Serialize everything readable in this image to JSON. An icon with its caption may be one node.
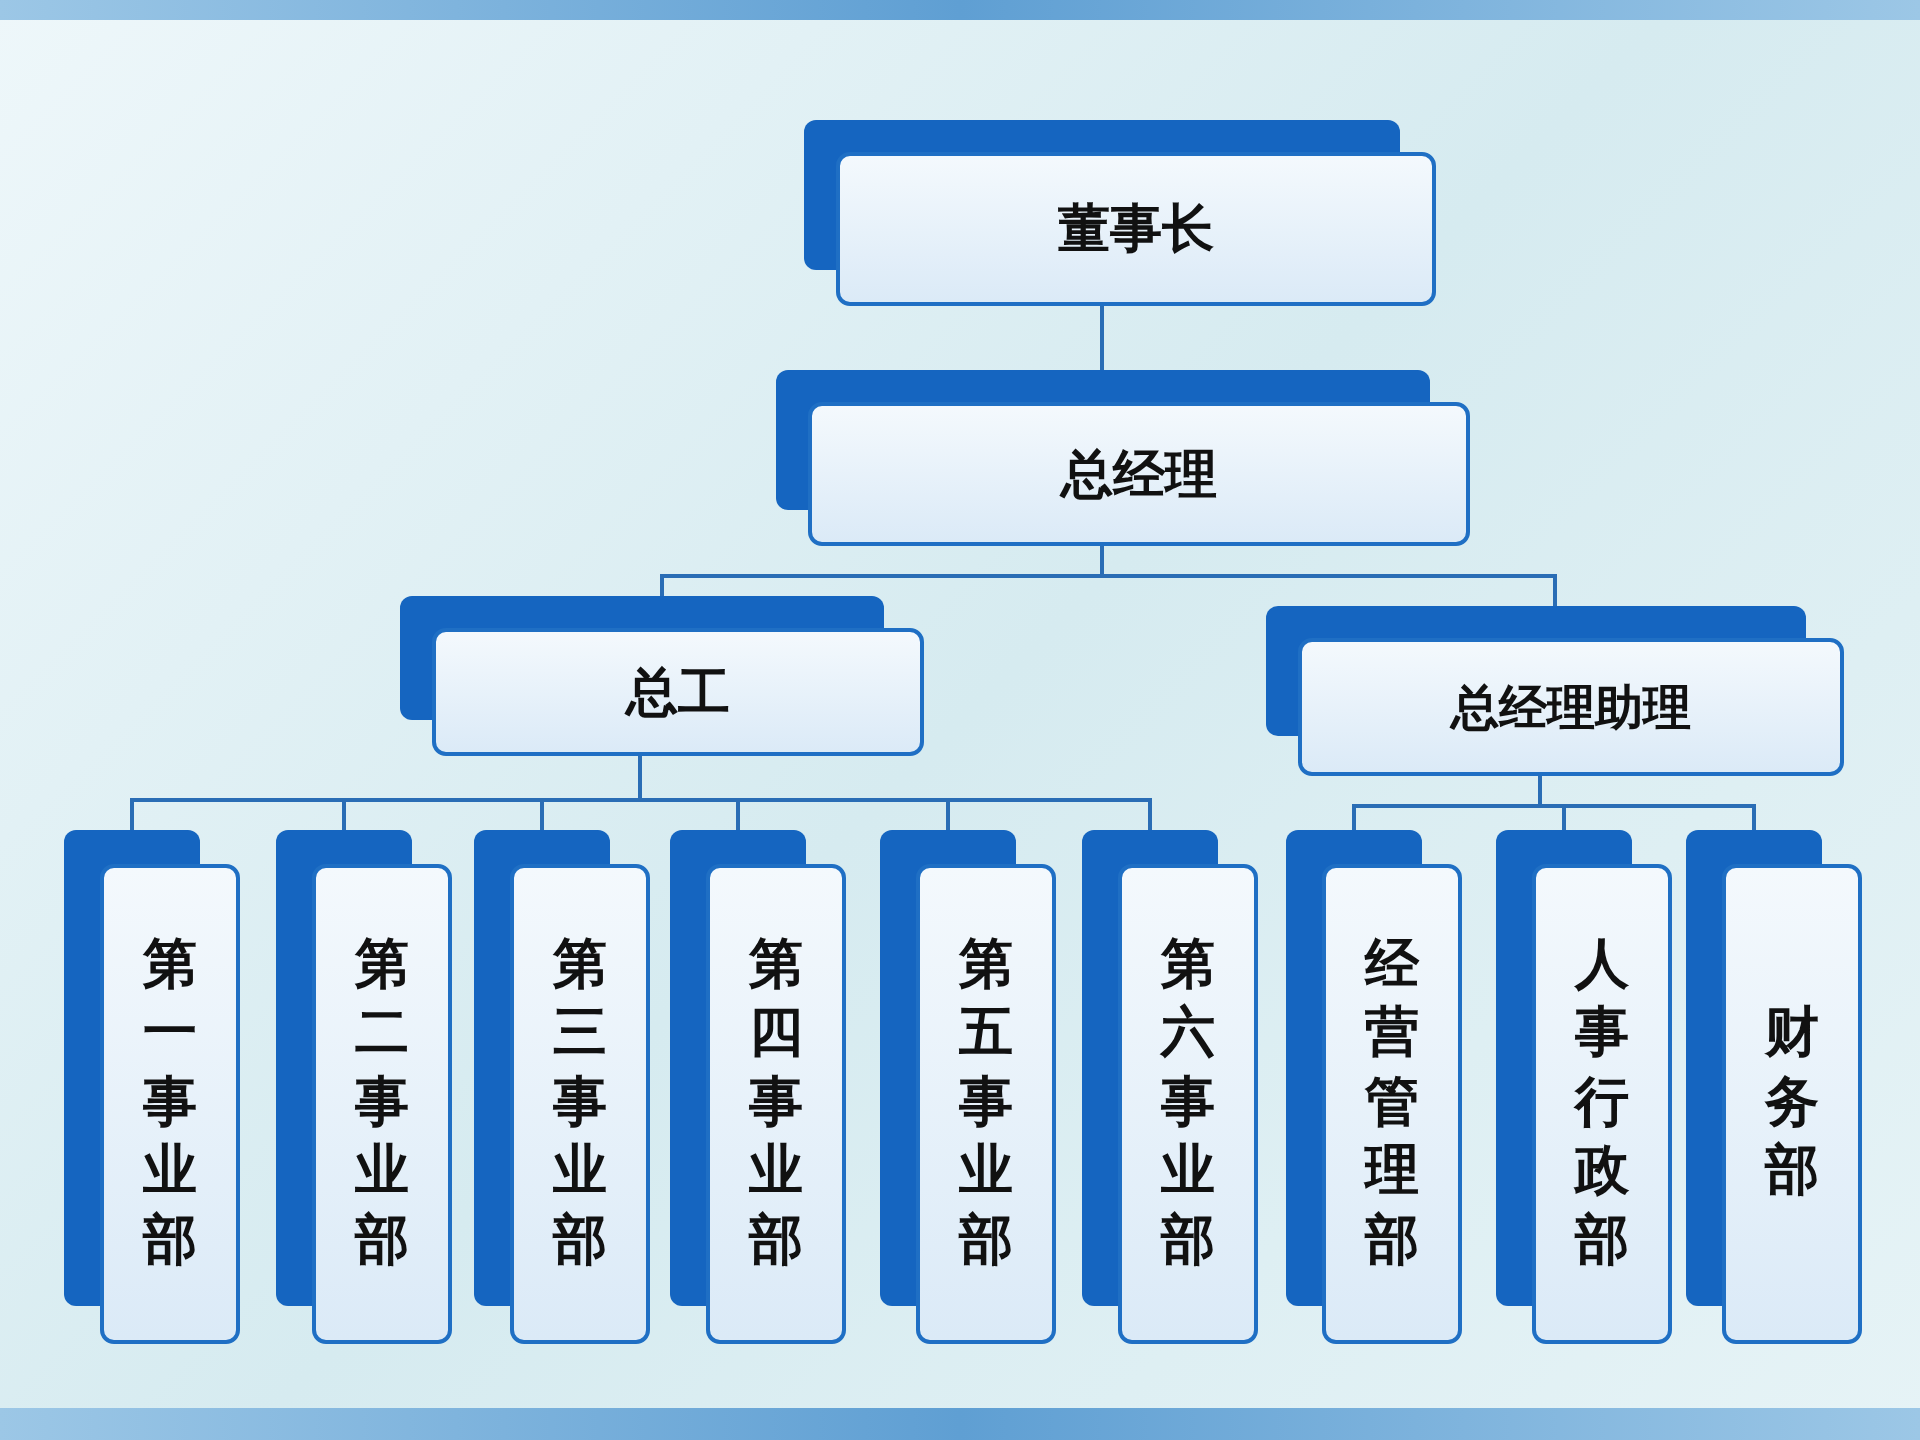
{
  "diagram": {
    "nodes": [
      {
        "text": [
          "董事长"
        ]
      },
      {
        "text": [
          "总经理"
        ]
      },
      {
        "text": [
          "总工"
        ]
      },
      {
        "text": [
          "总经理助理"
        ]
      },
      {
        "text": [
          "第一事业部"
        ]
      },
      {
        "text": [
          "第二事业部"
        ]
      },
      {
        "text": [
          "第三事业部"
        ]
      },
      {
        "text": [
          "第四事业部"
        ]
      },
      {
        "text": [
          "第五事业部"
        ]
      },
      {
        "text": [
          "第六事业部"
        ]
      },
      {
        "text": [
          "经营管理部"
        ]
      },
      {
        "text": [
          "人事行政部"
        ]
      },
      {
        "text": [
          "财务部"
        ]
      }
    ],
    "edges": [
      {
        "from": 0,
        "to": 1,
        "arrow": "none"
      },
      {
        "from": 1,
        "to": 2,
        "arrow": "none"
      },
      {
        "from": 1,
        "to": 3,
        "arrow": "none"
      },
      {
        "from": 2,
        "to": 4,
        "arrow": "none"
      },
      {
        "from": 2,
        "to": 5,
        "arrow": "none"
      },
      {
        "from": 2,
        "to": 6,
        "arrow": "none"
      },
      {
        "from": 2,
        "to": 7,
        "arrow": "none"
      },
      {
        "from": 2,
        "to": 8,
        "arrow": "none"
      },
      {
        "from": 2,
        "to": 9,
        "arrow": "none"
      },
      {
        "from": 3,
        "to": 10,
        "arrow": "none"
      },
      {
        "from": 3,
        "to": 11,
        "arrow": "none"
      },
      {
        "from": 3,
        "to": 12,
        "arrow": "none"
      }
    ]
  }
}
